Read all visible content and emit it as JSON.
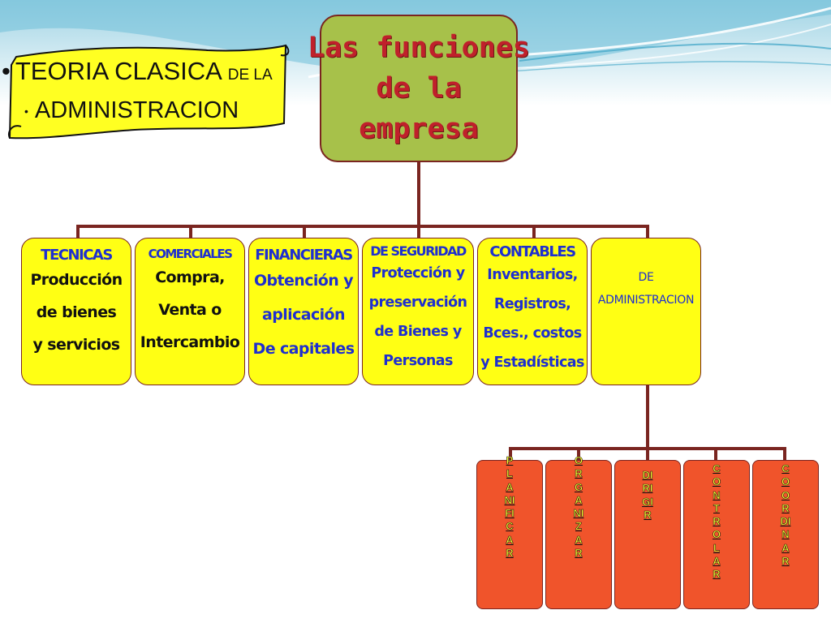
{
  "header": {
    "line1_main": "TEORIA CLASICA",
    "line1_small": "DE LA",
    "line2": "ADMINISTRACION"
  },
  "root": {
    "line1": "Las funciones",
    "line2": "de la",
    "line3": "empresa"
  },
  "functions": [
    {
      "head": "TECNICAS",
      "lines": [
        "Producción",
        "de bienes",
        "y servicios"
      ]
    },
    {
      "head": "COMERCIALES",
      "lines": [
        "Compra,",
        "Venta o",
        "Intercambio"
      ]
    },
    {
      "head": "FINANCIERAS",
      "lines": [
        "Obtención y",
        "aplicación",
        "De capitales"
      ]
    },
    {
      "head": "DE SEGURIDAD",
      "lines": [
        "Protección y",
        "preservación",
        "de Bienes y",
        "Personas"
      ]
    },
    {
      "head": "CONTABLES",
      "lines": [
        "Inventarios,",
        "Registros,",
        "Bces., costos",
        "y Estadísticas"
      ]
    },
    {
      "head": "DE ADMINISTRACION",
      "lines": []
    }
  ],
  "admin_functions": [
    "PLANIFICAR",
    "ORGANIZAR",
    "DIRIGIR",
    "CONTROLAR",
    "COORDINAR"
  ],
  "colors": {
    "root_fill": "#a7c14a",
    "root_text": "#c0202b",
    "box_fill": "#ffff14",
    "box_head": "#1e2fd0",
    "admin_box_fill": "#f0542b",
    "admin_text": "#ffff33",
    "connector": "#7a2520"
  }
}
